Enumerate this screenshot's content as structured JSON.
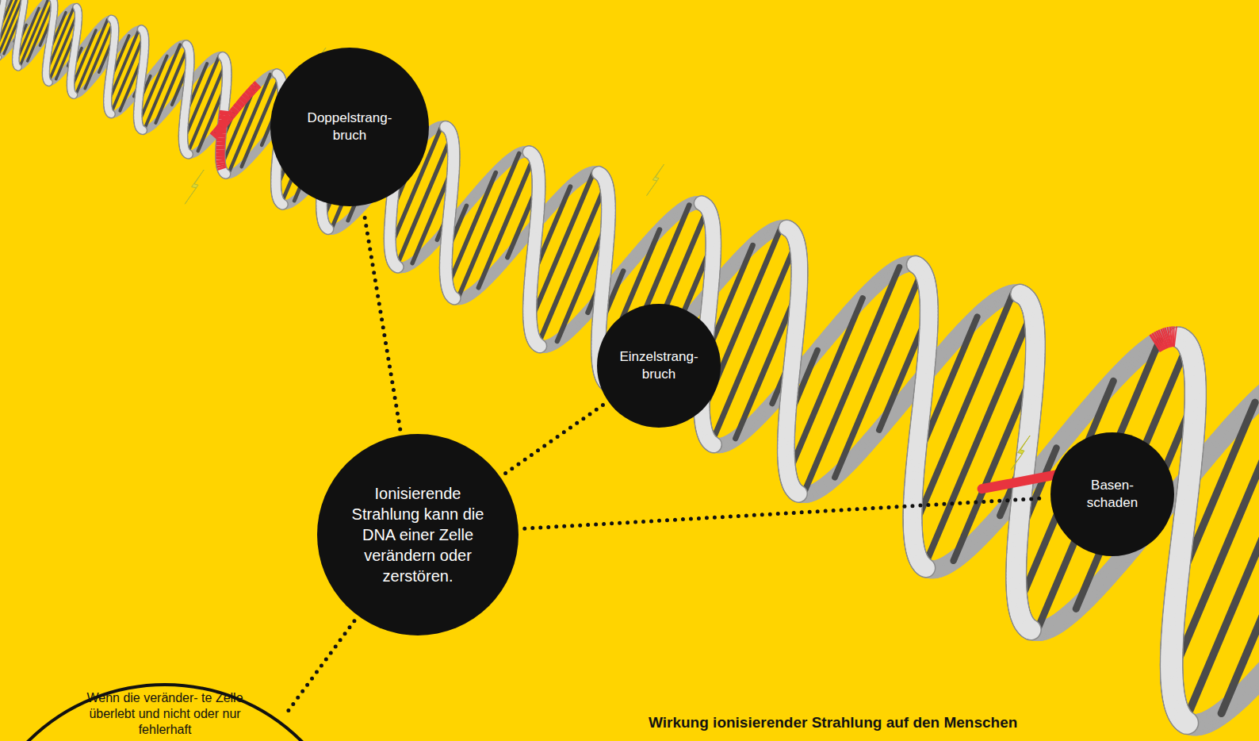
{
  "diagram": {
    "title": "Wirkung ionisierender Strahlung auf den Menschen",
    "nodes": [
      {
        "text": [
          "Doppelstrang- bruch"
        ]
      },
      {
        "text": [
          "Einzelstrang- bruch"
        ]
      },
      {
        "text": [
          "Basen- schaden"
        ]
      },
      {
        "text": [
          "Ionisierende Strahlung kann die DNA einer Zelle verändern oder zerstören."
        ]
      },
      {
        "text": [
          "Wenn die veränder- te Zelle überlebt und nicht oder nur fehlerhaft"
        ]
      }
    ],
    "edges": [
      {
        "from": 3,
        "to": 0,
        "arrow": "none"
      },
      {
        "from": 3,
        "to": 1,
        "arrow": "none"
      },
      {
        "from": 3,
        "to": 2,
        "arrow": "none"
      },
      {
        "from": 3,
        "to": 4,
        "arrow": "none"
      }
    ]
  }
}
